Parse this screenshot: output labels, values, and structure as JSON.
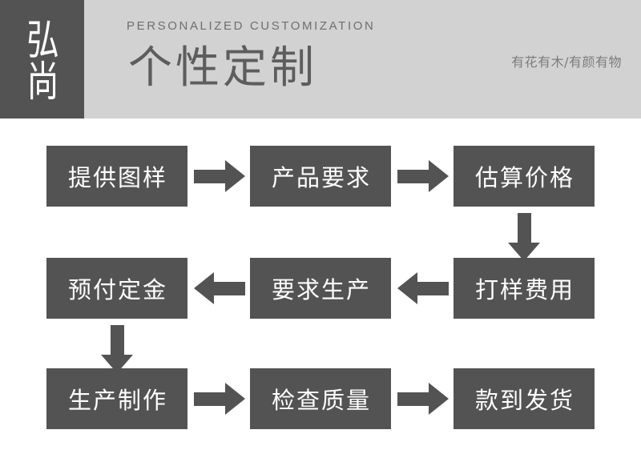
{
  "header": {
    "logo_text": "弘尚",
    "eyebrow": "PERSONALIZED CUSTOMIZATION",
    "title": "个性定制",
    "tagline": "有花有木/有颜有物",
    "bar_color": "#d2d2d2",
    "logo_bg_color": "#535353",
    "title_color": "#5d5d5d"
  },
  "flow": {
    "node_color": "#535353",
    "node_text_color": "#ffffff",
    "arrow_color": "#535353",
    "rows": [
      {
        "direction": "right",
        "nodes": [
          {
            "label": "提供图样"
          },
          {
            "label": "产品要求"
          },
          {
            "label": "估算价格"
          }
        ]
      },
      {
        "direction": "left",
        "nodes": [
          {
            "label": "预付定金"
          },
          {
            "label": "要求生产"
          },
          {
            "label": "打样费用"
          }
        ]
      },
      {
        "direction": "right",
        "nodes": [
          {
            "label": "生产制作"
          },
          {
            "label": "检查质量"
          },
          {
            "label": "款到发货"
          }
        ]
      }
    ],
    "connectors": [
      {
        "name": "row1-to-row2",
        "direction": "down",
        "side": "right"
      },
      {
        "name": "row2-to-row3",
        "direction": "down",
        "side": "left"
      }
    ]
  }
}
